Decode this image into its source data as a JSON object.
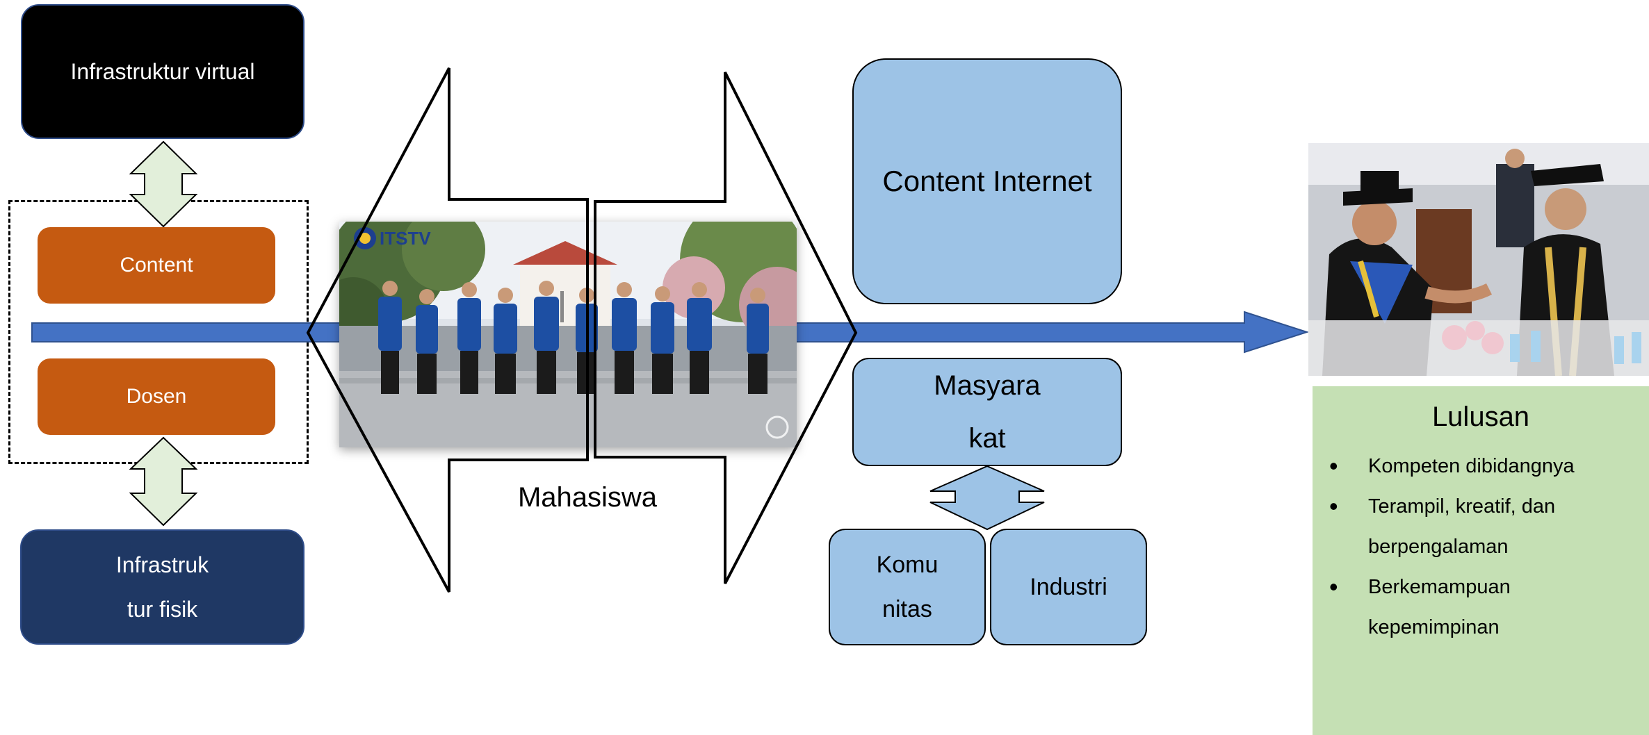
{
  "left": {
    "virtual_infra": "Infrastruktur virtual",
    "content": "Content",
    "dosen": "Dosen",
    "physical_infra_line1": "Infrastruk",
    "physical_infra_line2": "tur fisik"
  },
  "center": {
    "photo_logo": "ITSTV",
    "mahasiswa": "Mahasiswa"
  },
  "right": {
    "content_internet": "Content Internet",
    "masyarakat_line1": "Masyara",
    "masyarakat_line2": "kat",
    "komunitas_line1": "Komu",
    "komunitas_line2": "nitas",
    "industri": "Industri"
  },
  "lulusan": {
    "title": "Lulusan",
    "items": [
      "Kompeten dibidangnya",
      "Terampil, kreatif, dan",
      "berpengalaman",
      "Berkemampuan",
      "kepemimpinan"
    ]
  },
  "colors": {
    "arrow_blue": "#4472c4",
    "orange": "#c55a11",
    "navy": "#1f3864",
    "light_blue": "#9dc3e6",
    "light_green": "#c5e0b4",
    "pale_green": "#e2efda"
  }
}
